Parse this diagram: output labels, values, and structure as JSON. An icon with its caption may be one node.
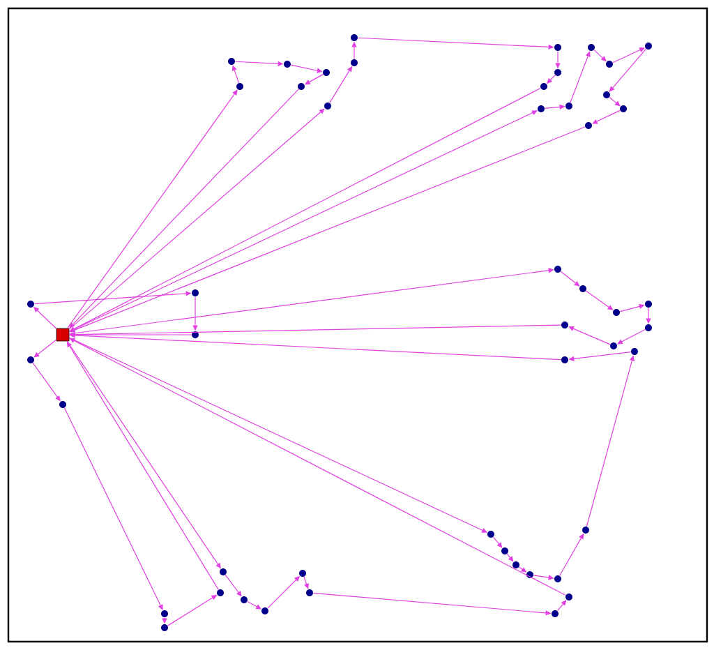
{
  "diagram": {
    "nodes": [
      {
        "text": [],
        "shape": "box"
      },
      {
        "text": [],
        "shape": "circle"
      },
      {
        "text": [],
        "shape": "circle"
      },
      {
        "text": [],
        "shape": "circle"
      },
      {
        "text": [],
        "shape": "circle"
      },
      {
        "text": [],
        "shape": "circle"
      },
      {
        "text": [],
        "shape": "circle"
      },
      {
        "text": [],
        "shape": "circle"
      },
      {
        "text": [],
        "shape": "circle"
      },
      {
        "text": [],
        "shape": "circle"
      },
      {
        "text": [],
        "shape": "circle"
      },
      {
        "text": [],
        "shape": "circle"
      },
      {
        "text": [],
        "shape": "circle"
      },
      {
        "text": [],
        "shape": "circle"
      },
      {
        "text": [],
        "shape": "circle"
      },
      {
        "text": [],
        "shape": "circle"
      },
      {
        "text": [],
        "shape": "circle"
      },
      {
        "text": [],
        "shape": "circle"
      },
      {
        "text": [],
        "shape": "circle"
      },
      {
        "text": [],
        "shape": "circle"
      },
      {
        "text": [],
        "shape": "circle"
      },
      {
        "text": [],
        "shape": "circle"
      },
      {
        "text": [],
        "shape": "circle"
      },
      {
        "text": [],
        "shape": "circle"
      },
      {
        "text": [],
        "shape": "circle"
      },
      {
        "text": [],
        "shape": "circle"
      },
      {
        "text": [],
        "shape": "circle"
      },
      {
        "text": [],
        "shape": "circle"
      },
      {
        "text": [],
        "shape": "circle"
      },
      {
        "text": [],
        "shape": "circle"
      },
      {
        "text": [],
        "shape": "circle"
      },
      {
        "text": [],
        "shape": "circle"
      },
      {
        "text": [],
        "shape": "circle"
      },
      {
        "text": [],
        "shape": "circle"
      },
      {
        "text": [],
        "shape": "circle"
      },
      {
        "text": [],
        "shape": "circle"
      },
      {
        "text": [],
        "shape": "circle"
      },
      {
        "text": [],
        "shape": "circle"
      },
      {
        "text": [],
        "shape": "circle"
      },
      {
        "text": [],
        "shape": "circle"
      },
      {
        "text": [],
        "shape": "circle"
      },
      {
        "text": [],
        "shape": "circle"
      },
      {
        "text": [],
        "shape": "circle"
      },
      {
        "text": [],
        "shape": "circle"
      },
      {
        "text": [],
        "shape": "circle"
      },
      {
        "text": [],
        "shape": "circle"
      },
      {
        "text": [],
        "shape": "circle"
      },
      {
        "text": [],
        "shape": "circle"
      },
      {
        "text": [],
        "shape": "circle"
      },
      {
        "text": [],
        "shape": "circle"
      }
    ],
    "edges": [
      {
        "from": 0,
        "to": 2,
        "arrow": "to"
      },
      {
        "from": 2,
        "to": 1,
        "arrow": "to"
      },
      {
        "from": 1,
        "to": 3,
        "arrow": "to"
      },
      {
        "from": 3,
        "to": 5,
        "arrow": "to"
      },
      {
        "from": 5,
        "to": 4,
        "arrow": "to"
      },
      {
        "from": 4,
        "to": 0,
        "arrow": "to"
      },
      {
        "from": 0,
        "to": 8,
        "arrow": "to"
      },
      {
        "from": 8,
        "to": 7,
        "arrow": "to"
      },
      {
        "from": 7,
        "to": 6,
        "arrow": "to"
      },
      {
        "from": 6,
        "to": 9,
        "arrow": "to"
      },
      {
        "from": 9,
        "to": 12,
        "arrow": "to"
      },
      {
        "from": 12,
        "to": 13,
        "arrow": "to"
      },
      {
        "from": 13,
        "to": 0,
        "arrow": "to"
      },
      {
        "from": 0,
        "to": 14,
        "arrow": "to"
      },
      {
        "from": 14,
        "to": 15,
        "arrow": "to"
      },
      {
        "from": 15,
        "to": 10,
        "arrow": "to"
      },
      {
        "from": 10,
        "to": 16,
        "arrow": "to"
      },
      {
        "from": 16,
        "to": 11,
        "arrow": "to"
      },
      {
        "from": 11,
        "to": 17,
        "arrow": "to"
      },
      {
        "from": 17,
        "to": 18,
        "arrow": "to"
      },
      {
        "from": 18,
        "to": 19,
        "arrow": "to"
      },
      {
        "from": 19,
        "to": 0,
        "arrow": "to"
      },
      {
        "from": 0,
        "to": 20,
        "arrow": "to"
      },
      {
        "from": 20,
        "to": 21,
        "arrow": "to"
      },
      {
        "from": 21,
        "to": 22,
        "arrow": "to"
      },
      {
        "from": 22,
        "to": 23,
        "arrow": "to"
      },
      {
        "from": 23,
        "to": 24,
        "arrow": "to"
      },
      {
        "from": 24,
        "to": 27,
        "arrow": "to"
      },
      {
        "from": 27,
        "to": 25,
        "arrow": "to"
      },
      {
        "from": 25,
        "to": 0,
        "arrow": "to"
      },
      {
        "from": 0,
        "to": 29,
        "arrow": "to"
      },
      {
        "from": 29,
        "to": 30,
        "arrow": "to"
      },
      {
        "from": 30,
        "to": 31,
        "arrow": "to"
      },
      {
        "from": 31,
        "to": 32,
        "arrow": "to"
      },
      {
        "from": 32,
        "to": 33,
        "arrow": "to"
      },
      {
        "from": 33,
        "to": 36,
        "arrow": "to"
      },
      {
        "from": 36,
        "to": 28,
        "arrow": "to"
      },
      {
        "from": 28,
        "to": 26,
        "arrow": "to"
      },
      {
        "from": 26,
        "to": 0,
        "arrow": "to"
      },
      {
        "from": 0,
        "to": 37,
        "arrow": "to"
      },
      {
        "from": 37,
        "to": 39,
        "arrow": "to"
      },
      {
        "from": 39,
        "to": 40,
        "arrow": "to"
      },
      {
        "from": 40,
        "to": 41,
        "arrow": "to"
      },
      {
        "from": 41,
        "to": 42,
        "arrow": "to"
      },
      {
        "from": 42,
        "to": 35,
        "arrow": "to"
      },
      {
        "from": 35,
        "to": 34,
        "arrow": "to"
      },
      {
        "from": 34,
        "to": 0,
        "arrow": "to"
      },
      {
        "from": 0,
        "to": 46,
        "arrow": "to"
      },
      {
        "from": 46,
        "to": 47,
        "arrow": "to"
      },
      {
        "from": 47,
        "to": 43,
        "arrow": "to"
      },
      {
        "from": 43,
        "to": 44,
        "arrow": "to"
      },
      {
        "from": 44,
        "to": 38,
        "arrow": "to"
      },
      {
        "from": 38,
        "to": 0,
        "arrow": "to"
      },
      {
        "from": 0,
        "to": 45,
        "arrow": "to"
      },
      {
        "from": 45,
        "to": 48,
        "arrow": "to"
      },
      {
        "from": 48,
        "to": 49,
        "arrow": "to"
      },
      {
        "from": 49,
        "to": 0,
        "arrow": "to"
      }
    ]
  }
}
